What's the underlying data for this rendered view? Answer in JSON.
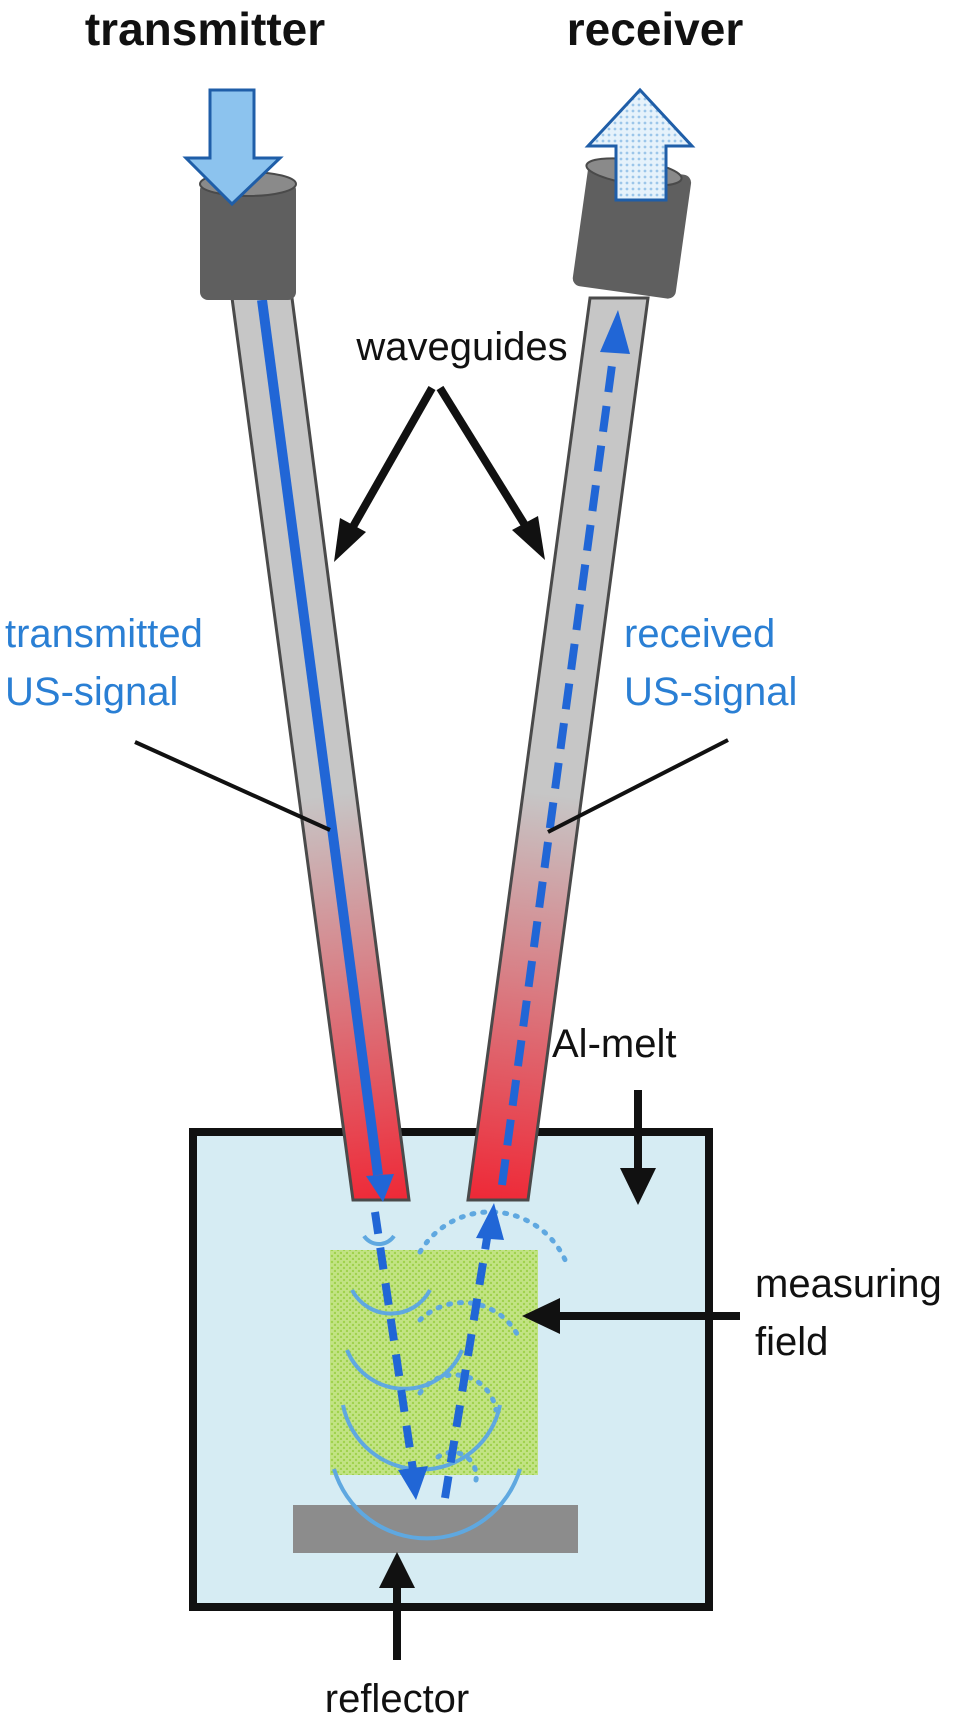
{
  "labels": {
    "transmitter": "transmitter",
    "receiver": "receiver",
    "waveguides": "waveguides",
    "transmitted_line1": "transmitted",
    "transmitted_line2": "US-signal",
    "received_line1": "received",
    "received_line2": "US-signal",
    "al_melt": "Al-melt",
    "measuring_line1": "measuring",
    "measuring_line2": "field",
    "reflector": "reflector"
  },
  "colors": {
    "melt_fill": "#d6ecf3",
    "waveguide_gray": "#c6c6c6",
    "waveguide_hot": "#ee2a38",
    "signal_blue": "#2166d6",
    "wave_light_blue": "#5fa8e0",
    "label_blue": "#2a7fd4",
    "measuring_field": "#c2e384",
    "reflector": "#8c8c8c",
    "cap": "#5f5f5f"
  },
  "icons": {
    "input_arrow": "arrow-down-icon",
    "output_arrow": "arrow-up-icon"
  }
}
